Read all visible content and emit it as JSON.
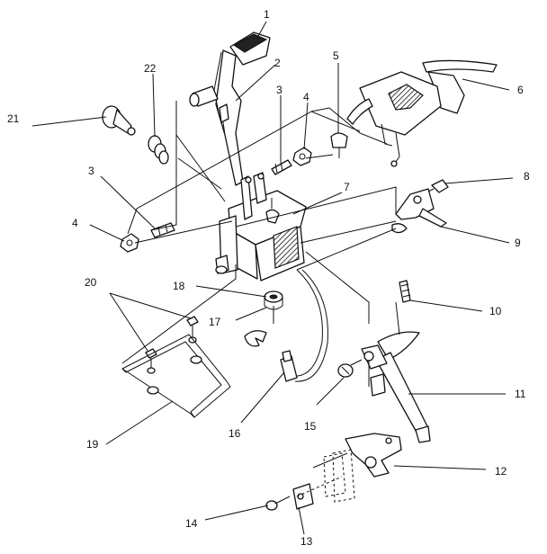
{
  "callouts": [
    {
      "id": "c1",
      "label": "1"
    },
    {
      "id": "c2",
      "label": "2"
    },
    {
      "id": "c3a",
      "label": "3"
    },
    {
      "id": "c4a",
      "label": "4"
    },
    {
      "id": "c5",
      "label": "5"
    },
    {
      "id": "c6",
      "label": "6"
    },
    {
      "id": "c22",
      "label": "22"
    },
    {
      "id": "c21",
      "label": "21"
    },
    {
      "id": "c3b",
      "label": "3"
    },
    {
      "id": "c7",
      "label": "7"
    },
    {
      "id": "c8",
      "label": "8"
    },
    {
      "id": "c4b",
      "label": "4"
    },
    {
      "id": "c9",
      "label": "9"
    },
    {
      "id": "c20",
      "label": "20"
    },
    {
      "id": "c18",
      "label": "18"
    },
    {
      "id": "c10",
      "label": "10"
    },
    {
      "id": "c17",
      "label": "17"
    },
    {
      "id": "c11",
      "label": "11"
    },
    {
      "id": "c15",
      "label": "15"
    },
    {
      "id": "c16",
      "label": "16"
    },
    {
      "id": "c19",
      "label": "19"
    },
    {
      "id": "c12",
      "label": "12"
    },
    {
      "id": "c14",
      "label": "14"
    },
    {
      "id": "c13",
      "label": "13"
    }
  ]
}
